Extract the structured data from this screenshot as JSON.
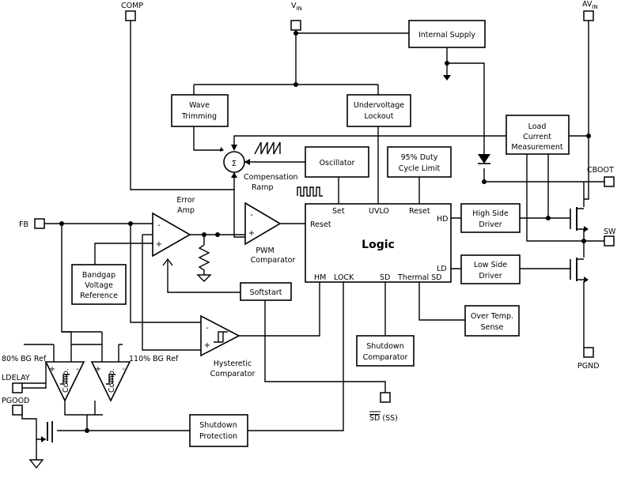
{
  "pins": {
    "comp": "COMP",
    "vin_main": "V",
    "vin_sub": "IN",
    "avin_main": "AV",
    "avin_sub": "IN",
    "fb": "FB",
    "cboot": "CBOOT",
    "sw": "SW",
    "pgnd": "PGND",
    "ldelay": "LDELAY",
    "pgood": "PGOOD",
    "sd": "SD",
    "sd_suffix": " (SS)"
  },
  "blocks": {
    "internal_supply": [
      "Internal Supply"
    ],
    "wave_trimming": [
      "Wave",
      "Trimming"
    ],
    "uvlo": [
      "Undervoltage",
      "Lockout"
    ],
    "load_current": [
      "Load",
      "Current",
      "Measurement"
    ],
    "oscillator": [
      "Oscillator"
    ],
    "duty_limit": [
      "95% Duty",
      "Cycle Limit"
    ],
    "high_side": [
      "High Side",
      "Driver"
    ],
    "low_side": [
      "Low Side",
      "Driver"
    ],
    "bandgap": [
      "Bandgap",
      "Voltage",
      "Reference"
    ],
    "softstart": [
      "Softstart"
    ],
    "over_temp": [
      "Over Temp.",
      "Sense"
    ],
    "shutdown_comp": [
      "Shutdown",
      "Comparator"
    ],
    "shutdown_prot": [
      "Shutdown",
      "Protection"
    ],
    "logic": "Logic"
  },
  "logic_ports": {
    "set": "Set",
    "uvlo": "UVLO",
    "reset_top": "Reset",
    "hd": "HD",
    "ld": "LD",
    "reset_left": "Reset",
    "hm": "HM",
    "lock": "LOCK",
    "sd": "SD",
    "thermal_sd": "Thermal SD"
  },
  "labels": {
    "error_amp": [
      "Error",
      "Amp"
    ],
    "pwm_comp": [
      "PWM",
      "Comparator"
    ],
    "comp_ramp": [
      "Compensation",
      "Ramp"
    ],
    "hyst_comp": [
      "Hysteretic",
      "Comparator"
    ],
    "bg80": "80% BG Ref",
    "bg110": "110% BG Ref",
    "comp1": "Comp.",
    "comp2": "Comp.",
    "sigma": "Σ",
    "minus": "-",
    "plus": "+"
  }
}
